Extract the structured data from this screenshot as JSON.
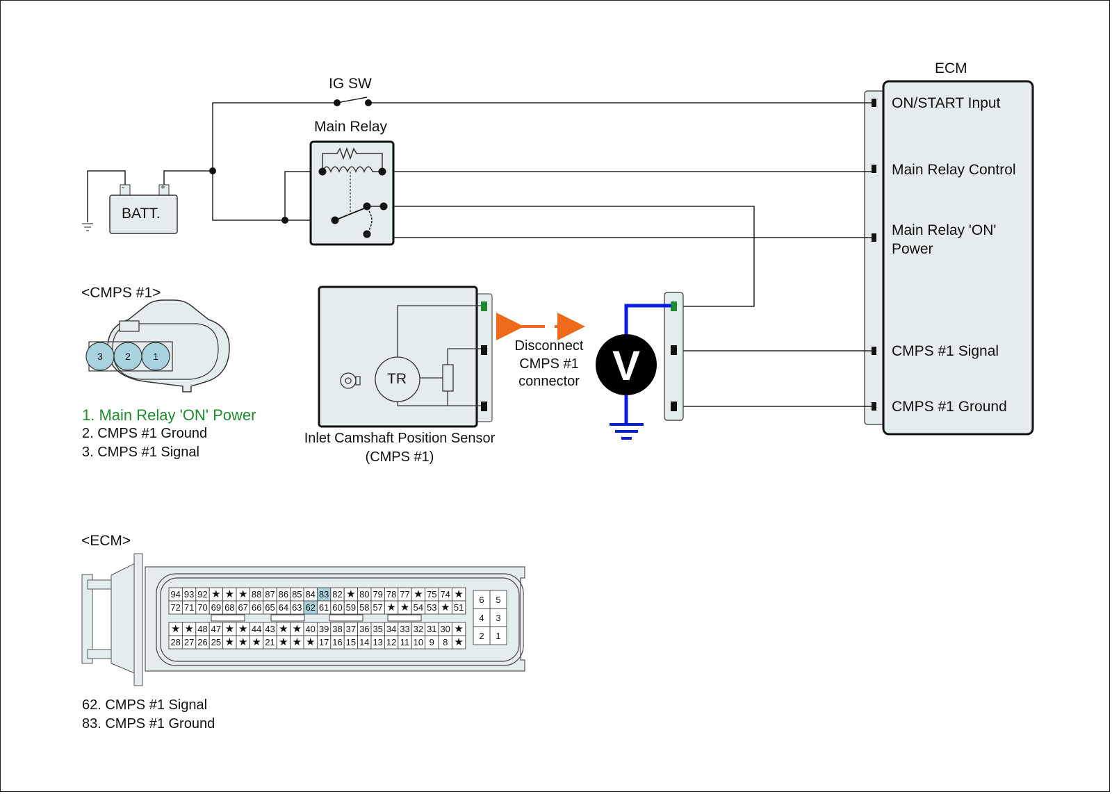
{
  "labels": {
    "ig_sw": "IG SW",
    "main_relay": "Main Relay",
    "battery": "BATT.",
    "battery_neg": "-",
    "battery_pos": "+",
    "ecm_title": "ECM",
    "cmps_connector_title": "<CMPS #1>",
    "ecm_connector_title": "<ECM>",
    "sensor_name_line1": "Inlet Camshaft Position Sensor",
    "sensor_name_line2": "(CMPS #1)",
    "sensor_tr": "TR",
    "voltmeter": "V",
    "disconnect_line1": "Disconnect",
    "disconnect_line2": "CMPS #1",
    "disconnect_line3": "connector"
  },
  "ecm_pins": [
    {
      "label": "ON/START Input"
    },
    {
      "label": "Main Relay Control"
    },
    {
      "label": "Main Relay 'ON'",
      "label2": "Power"
    },
    {
      "label": "CMPS #1 Signal"
    },
    {
      "label": "CMPS #1 Ground"
    }
  ],
  "cmps_pins": [
    "3",
    "2",
    "1"
  ],
  "cmps_legend": [
    {
      "text": "1. Main Relay 'ON' Power",
      "highlight": true
    },
    {
      "text": "2. CMPS #1 Ground",
      "highlight": false
    },
    {
      "text": "3. CMPS #1 Signal",
      "highlight": false
    }
  ],
  "ecm_connector": {
    "rows": [
      [
        "94",
        "93",
        "92",
        "*",
        "*",
        "*",
        "88",
        "87",
        "86",
        "85",
        "84",
        "83",
        "82",
        "*",
        "80",
        "79",
        "78",
        "77",
        "*",
        "75",
        "74",
        "*"
      ],
      [
        "72",
        "71",
        "70",
        "69",
        "68",
        "67",
        "66",
        "65",
        "64",
        "63",
        "62",
        "61",
        "60",
        "59",
        "58",
        "57",
        "*",
        "*",
        "54",
        "53",
        "*",
        "51"
      ],
      [
        "*",
        "*",
        "48",
        "47",
        "*",
        "*",
        "44",
        "43",
        "*",
        "*",
        "40",
        "39",
        "38",
        "37",
        "36",
        "35",
        "34",
        "33",
        "32",
        "31",
        "30",
        "*"
      ],
      [
        "28",
        "27",
        "26",
        "25",
        "*",
        "*",
        "*",
        "21",
        "*",
        "*",
        "*",
        "17",
        "16",
        "15",
        "14",
        "13",
        "12",
        "11",
        "10",
        "9",
        "8",
        "*"
      ]
    ],
    "highlighted": [
      "83",
      "62"
    ],
    "small_block": [
      [
        "6",
        "5"
      ],
      [
        "4",
        "3"
      ],
      [
        "2",
        "1"
      ]
    ]
  },
  "ecm_legend": [
    "62. CMPS #1 Signal",
    "83. CMPS #1 Ground"
  ],
  "colors": {
    "wire": "#222222",
    "box_fill": "#e4ecee",
    "pin_highlight": "#a9d3dc",
    "meter_lead": "#0a1ee0",
    "arrow": "#f06a1c",
    "power_pin": "#1e8a2e"
  }
}
